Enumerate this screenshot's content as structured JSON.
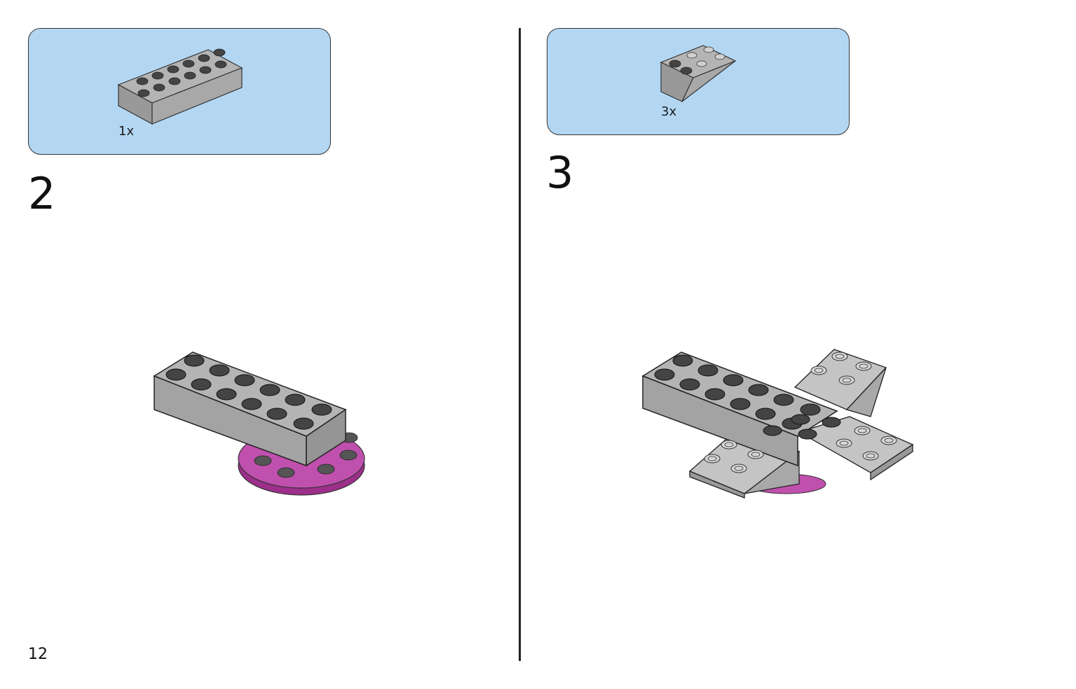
{
  "page": {
    "page_number": "12"
  },
  "steps": [
    {
      "number": "2",
      "parts": [
        {
          "quantity": "1x",
          "icon": "grey-brick-2x6-icon"
        }
      ]
    },
    {
      "number": "3",
      "parts": [
        {
          "quantity": "3x",
          "icon": "grey-slope-inverted-2x2-icon"
        }
      ]
    }
  ],
  "colors": {
    "parts_box_bg": "#b3d7f3",
    "brick_grey": "#a9a9a9",
    "magenta_plate": "#b0409e",
    "divider": "#222222"
  }
}
